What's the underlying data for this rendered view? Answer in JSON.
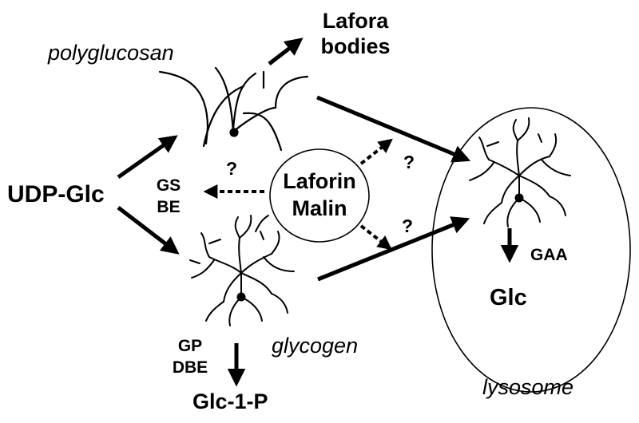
{
  "labels": {
    "polyglucosan": "polyglucosan",
    "lafora_bodies_line1": "Lafora",
    "lafora_bodies_line2": "bodies",
    "udp_glc": "UDP-Glc",
    "gs": "GS",
    "be": "BE",
    "laforin": "Laforin",
    "malin": "Malin",
    "q_left": "?",
    "q_upper": "?",
    "q_lower": "?",
    "gaa": "GAA",
    "glc": "Glc",
    "gp": "GP",
    "dbe": "DBE",
    "glycogen": "glycogen",
    "glc1p": "Glc-1-P",
    "lysosome": "lysosome"
  },
  "colors": {
    "ink": "#000000",
    "background": "#ffffff"
  }
}
